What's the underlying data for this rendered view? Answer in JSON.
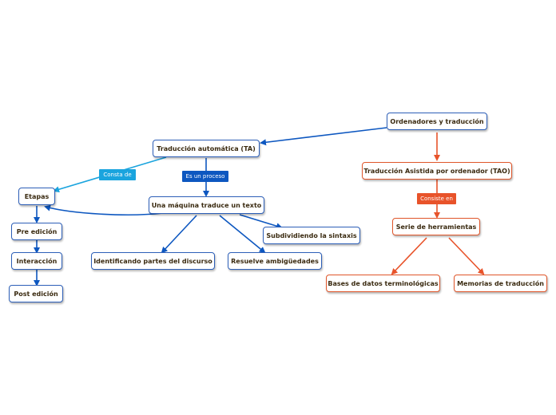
{
  "colors": {
    "blue_link": "#0d57c0",
    "blue_border": "#2d5fb8",
    "orange_link": "#e8532a",
    "cyan_link": "#1aa4de",
    "tag_cyan": "#1aa4de",
    "tag_blue": "#0d57c0",
    "tag_orange": "#e8532a"
  },
  "nodes": {
    "ordenadores": "Ordenadores y traducción",
    "ta": "Traducción automática (TA)",
    "tao": "Traducción Asistida por ordenador (TAO)",
    "etapas": "Etapas",
    "maquina": "Una máquina traduce un texto",
    "serie": "Serie de herramientas",
    "pre": "Pre edición",
    "interaccion": "Interacción",
    "post": "Post edición",
    "subdividiendo": "Subdividiendo la sintaxis",
    "identificando": "Identificando partes del discurso",
    "resuelve": "Resuelve ambigüedades",
    "bases": "Bases de datos terminológicas",
    "memorias": "Memorias de traducción"
  },
  "tags": {
    "consta": "Consta de",
    "proceso": "Es un proceso",
    "consiste": "Consiste en"
  }
}
